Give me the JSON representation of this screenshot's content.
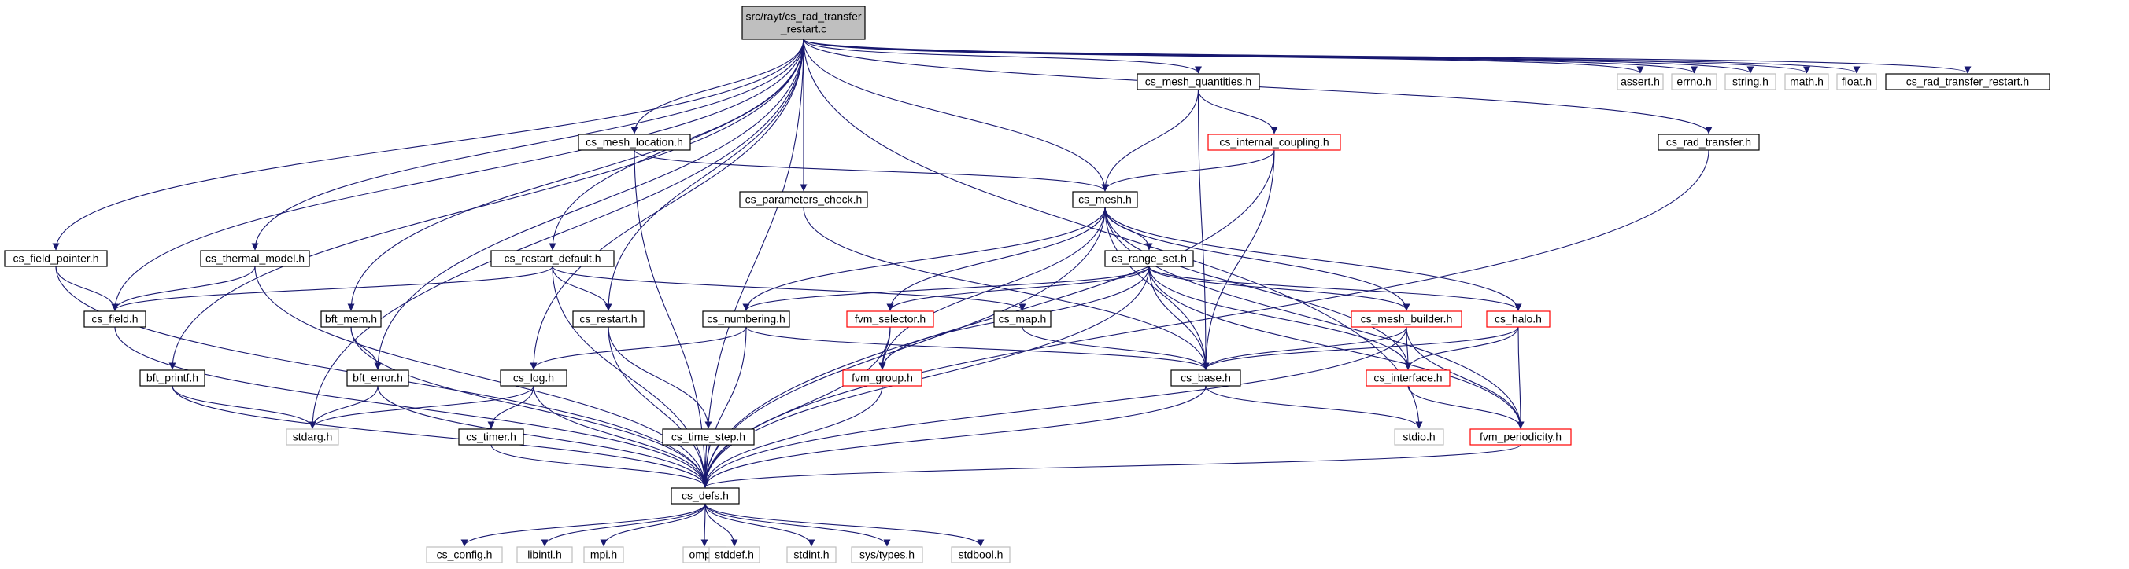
{
  "graph": {
    "title": "src/rayt/cs_rad_transfer_restart.c",
    "colors": {
      "edge": "#191970",
      "root_fill": "#bfbfbf",
      "border_black": "#000000",
      "border_red": "#ff0000",
      "border_grey": "#bfbfbf",
      "text": "#000000"
    },
    "node_styles": [
      "root = grey filled box",
      "black = documented header",
      "red = header with truncated graph",
      "grey = external/system header"
    ],
    "nodes": [
      {
        "id": "root",
        "lines": [
          "src/rayt/cs_rad_transfer",
          "_restart.c"
        ],
        "style": "root"
      },
      {
        "id": "cs_mesh_quantities",
        "lines": [
          "cs_mesh_quantities.h"
        ],
        "style": "black"
      },
      {
        "id": "assert",
        "lines": [
          "assert.h"
        ],
        "style": "grey"
      },
      {
        "id": "errno",
        "lines": [
          "errno.h"
        ],
        "style": "grey"
      },
      {
        "id": "string",
        "lines": [
          "string.h"
        ],
        "style": "grey"
      },
      {
        "id": "math",
        "lines": [
          "math.h"
        ],
        "style": "grey"
      },
      {
        "id": "float",
        "lines": [
          "float.h"
        ],
        "style": "grey"
      },
      {
        "id": "cs_rad_transfer_restart_h",
        "lines": [
          "cs_rad_transfer_restart.h"
        ],
        "style": "black"
      },
      {
        "id": "cs_internal_coupling",
        "lines": [
          "cs_internal_coupling.h"
        ],
        "style": "red"
      },
      {
        "id": "cs_mesh_location",
        "lines": [
          "cs_mesh_location.h"
        ],
        "style": "black"
      },
      {
        "id": "cs_rad_transfer",
        "lines": [
          "cs_rad_transfer.h"
        ],
        "style": "black"
      },
      {
        "id": "cs_parameters_check",
        "lines": [
          "cs_parameters_check.h"
        ],
        "style": "black"
      },
      {
        "id": "cs_mesh",
        "lines": [
          "cs_mesh.h"
        ],
        "style": "black"
      },
      {
        "id": "cs_field_pointer",
        "lines": [
          "cs_field_pointer.h"
        ],
        "style": "black"
      },
      {
        "id": "cs_thermal_model",
        "lines": [
          "cs_thermal_model.h"
        ],
        "style": "black"
      },
      {
        "id": "cs_restart_default",
        "lines": [
          "cs_restart_default.h"
        ],
        "style": "black"
      },
      {
        "id": "cs_range_set",
        "lines": [
          "cs_range_set.h"
        ],
        "style": "black"
      },
      {
        "id": "cs_field",
        "lines": [
          "cs_field.h"
        ],
        "style": "black"
      },
      {
        "id": "bft_mem",
        "lines": [
          "bft_mem.h"
        ],
        "style": "black"
      },
      {
        "id": "cs_restart",
        "lines": [
          "cs_restart.h"
        ],
        "style": "black"
      },
      {
        "id": "cs_numbering",
        "lines": [
          "cs_numbering.h"
        ],
        "style": "black"
      },
      {
        "id": "fvm_selector",
        "lines": [
          "fvm_selector.h"
        ],
        "style": "red"
      },
      {
        "id": "cs_map",
        "lines": [
          "cs_map.h"
        ],
        "style": "black"
      },
      {
        "id": "cs_mesh_builder",
        "lines": [
          "cs_mesh_builder.h"
        ],
        "style": "red"
      },
      {
        "id": "cs_halo",
        "lines": [
          "cs_halo.h"
        ],
        "style": "red"
      },
      {
        "id": "bft_printf",
        "lines": [
          "bft_printf.h"
        ],
        "style": "black"
      },
      {
        "id": "bft_error",
        "lines": [
          "bft_error.h"
        ],
        "style": "black"
      },
      {
        "id": "cs_log",
        "lines": [
          "cs_log.h"
        ],
        "style": "black"
      },
      {
        "id": "fvm_group",
        "lines": [
          "fvm_group.h"
        ],
        "style": "red"
      },
      {
        "id": "cs_base",
        "lines": [
          "cs_base.h"
        ],
        "style": "black"
      },
      {
        "id": "cs_interface",
        "lines": [
          "cs_interface.h"
        ],
        "style": "red"
      },
      {
        "id": "stdarg",
        "lines": [
          "stdarg.h"
        ],
        "style": "grey"
      },
      {
        "id": "cs_timer",
        "lines": [
          "cs_timer.h"
        ],
        "style": "black"
      },
      {
        "id": "cs_time_step",
        "lines": [
          "cs_time_step.h"
        ],
        "style": "black"
      },
      {
        "id": "stdio",
        "lines": [
          "stdio.h"
        ],
        "style": "grey"
      },
      {
        "id": "fvm_periodicity",
        "lines": [
          "fvm_periodicity.h"
        ],
        "style": "red"
      },
      {
        "id": "cs_defs",
        "lines": [
          "cs_defs.h"
        ],
        "style": "black"
      },
      {
        "id": "cs_config",
        "lines": [
          "cs_config.h"
        ],
        "style": "grey"
      },
      {
        "id": "libintl",
        "lines": [
          "libintl.h"
        ],
        "style": "grey"
      },
      {
        "id": "mpi",
        "lines": [
          "mpi.h"
        ],
        "style": "grey"
      },
      {
        "id": "omp",
        "lines": [
          "omp.h"
        ],
        "style": "grey"
      },
      {
        "id": "stddef",
        "lines": [
          "stddef.h"
        ],
        "style": "grey"
      },
      {
        "id": "stdint",
        "lines": [
          "stdint.h"
        ],
        "style": "grey"
      },
      {
        "id": "sys_types",
        "lines": [
          "sys/types.h"
        ],
        "style": "grey"
      },
      {
        "id": "stdbool",
        "lines": [
          "stdbool.h"
        ],
        "style": "grey"
      }
    ],
    "edges": [
      [
        "root",
        "cs_mesh_quantities"
      ],
      [
        "root",
        "assert"
      ],
      [
        "root",
        "errno"
      ],
      [
        "root",
        "string"
      ],
      [
        "root",
        "math"
      ],
      [
        "root",
        "float"
      ],
      [
        "root",
        "cs_rad_transfer_restart_h"
      ],
      [
        "root",
        "cs_mesh_location"
      ],
      [
        "root",
        "cs_rad_transfer"
      ],
      [
        "root",
        "cs_parameters_check"
      ],
      [
        "root",
        "cs_mesh"
      ],
      [
        "root",
        "cs_field_pointer"
      ],
      [
        "root",
        "cs_thermal_model"
      ],
      [
        "root",
        "cs_restart_default"
      ],
      [
        "root",
        "cs_field"
      ],
      [
        "root",
        "bft_mem"
      ],
      [
        "root",
        "bft_printf"
      ],
      [
        "root",
        "bft_error"
      ],
      [
        "root",
        "cs_log"
      ],
      [
        "root",
        "cs_restart"
      ],
      [
        "root",
        "stdarg"
      ],
      [
        "root",
        "stdio"
      ],
      [
        "root",
        "cs_defs"
      ],
      [
        "cs_mesh_quantities",
        "cs_internal_coupling"
      ],
      [
        "cs_mesh_quantities",
        "cs_mesh"
      ],
      [
        "cs_mesh_quantities",
        "cs_base"
      ],
      [
        "cs_internal_coupling",
        "cs_mesh"
      ],
      [
        "cs_internal_coupling",
        "cs_base"
      ],
      [
        "cs_internal_coupling",
        "cs_defs"
      ],
      [
        "cs_mesh_location",
        "cs_mesh"
      ],
      [
        "cs_mesh_location",
        "cs_defs"
      ],
      [
        "cs_rad_transfer",
        "cs_defs"
      ],
      [
        "cs_parameters_check",
        "cs_base"
      ],
      [
        "cs_mesh",
        "cs_range_set"
      ],
      [
        "cs_mesh",
        "cs_numbering"
      ],
      [
        "cs_mesh",
        "fvm_selector"
      ],
      [
        "cs_mesh",
        "fvm_group"
      ],
      [
        "cs_mesh",
        "cs_mesh_builder"
      ],
      [
        "cs_mesh",
        "cs_halo"
      ],
      [
        "cs_mesh",
        "cs_interface"
      ],
      [
        "cs_mesh",
        "fvm_periodicity"
      ],
      [
        "cs_mesh",
        "cs_base"
      ],
      [
        "cs_mesh",
        "cs_defs"
      ],
      [
        "cs_field_pointer",
        "cs_field"
      ],
      [
        "cs_field_pointer",
        "cs_defs"
      ],
      [
        "cs_thermal_model",
        "cs_field"
      ],
      [
        "cs_thermal_model",
        "cs_defs"
      ],
      [
        "cs_restart_default",
        "cs_field"
      ],
      [
        "cs_restart_default",
        "cs_restart"
      ],
      [
        "cs_restart_default",
        "cs_map"
      ],
      [
        "cs_restart_default",
        "cs_defs"
      ],
      [
        "cs_range_set",
        "cs_numbering"
      ],
      [
        "cs_range_set",
        "fvm_selector"
      ],
      [
        "cs_range_set",
        "fvm_group"
      ],
      [
        "cs_range_set",
        "cs_mesh_builder"
      ],
      [
        "cs_range_set",
        "cs_halo"
      ],
      [
        "cs_range_set",
        "cs_interface"
      ],
      [
        "cs_range_set",
        "fvm_periodicity"
      ],
      [
        "cs_range_set",
        "cs_base"
      ],
      [
        "cs_range_set",
        "cs_defs"
      ],
      [
        "cs_field",
        "cs_defs"
      ],
      [
        "bft_mem",
        "bft_error"
      ],
      [
        "bft_mem",
        "cs_defs"
      ],
      [
        "bft_printf",
        "stdarg"
      ],
      [
        "bft_printf",
        "cs_defs"
      ],
      [
        "bft_error",
        "stdarg"
      ],
      [
        "bft_error",
        "cs_defs"
      ],
      [
        "cs_restart",
        "cs_time_step"
      ],
      [
        "cs_restart",
        "cs_defs"
      ],
      [
        "cs_numbering",
        "cs_log"
      ],
      [
        "cs_numbering",
        "cs_base"
      ],
      [
        "cs_numbering",
        "cs_defs"
      ],
      [
        "fvm_selector",
        "fvm_group"
      ],
      [
        "fvm_selector",
        "cs_defs"
      ],
      [
        "cs_map",
        "cs_base"
      ],
      [
        "cs_mesh_builder",
        "cs_base"
      ],
      [
        "cs_mesh_builder",
        "cs_interface"
      ],
      [
        "cs_mesh_builder",
        "fvm_periodicity"
      ],
      [
        "cs_mesh_builder",
        "cs_defs"
      ],
      [
        "cs_halo",
        "cs_base"
      ],
      [
        "cs_halo",
        "cs_interface"
      ],
      [
        "cs_halo",
        "fvm_periodicity"
      ],
      [
        "cs_log",
        "stdarg"
      ],
      [
        "cs_log",
        "cs_timer"
      ],
      [
        "cs_log",
        "cs_defs"
      ],
      [
        "fvm_group",
        "cs_defs"
      ],
      [
        "cs_base",
        "stdio"
      ],
      [
        "cs_base",
        "cs_defs"
      ],
      [
        "cs_interface",
        "fvm_periodicity"
      ],
      [
        "cs_timer",
        "cs_defs"
      ],
      [
        "cs_time_step",
        "cs_defs"
      ],
      [
        "fvm_periodicity",
        "cs_defs"
      ],
      [
        "cs_defs",
        "cs_config"
      ],
      [
        "cs_defs",
        "libintl"
      ],
      [
        "cs_defs",
        "mpi"
      ],
      [
        "cs_defs",
        "omp"
      ],
      [
        "cs_defs",
        "stddef"
      ],
      [
        "cs_defs",
        "stdint"
      ],
      [
        "cs_defs",
        "sys_types"
      ],
      [
        "cs_defs",
        "stdbool"
      ]
    ]
  }
}
